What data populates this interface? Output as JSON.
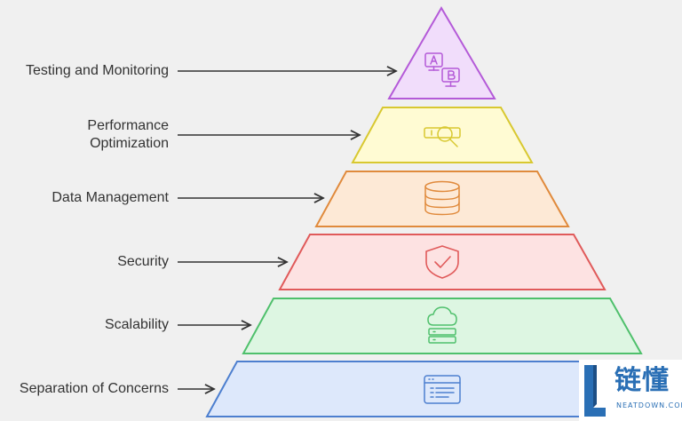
{
  "diagram": {
    "levels": [
      {
        "label": "Testing and Monitoring",
        "icon": "ab-testing-monitor-icon",
        "fill": "#f1ddfb",
        "stroke": "#b45ad8"
      },
      {
        "label": "Performance Optimization",
        "icon": "performance-search-icon",
        "fill": "#fffbd3",
        "stroke": "#d8c830"
      },
      {
        "label": "Data Management",
        "icon": "database-icon",
        "fill": "#fde9d6",
        "stroke": "#e08a3c"
      },
      {
        "label": "Security",
        "icon": "shield-check-icon",
        "fill": "#fde2e2",
        "stroke": "#e05a5a"
      },
      {
        "label": "Scalability",
        "icon": "cloud-server-icon",
        "fill": "#ddf6e2",
        "stroke": "#4fc06c"
      },
      {
        "label": "Separation of Concerns",
        "icon": "browser-window-icon",
        "fill": "#dde8fb",
        "stroke": "#4d7fcf"
      }
    ],
    "arrow_color": "#333333"
  },
  "watermark": {
    "text_cn": "链懂",
    "text_en": "NEATDOWN.COM",
    "color": "#2a6fb5"
  }
}
